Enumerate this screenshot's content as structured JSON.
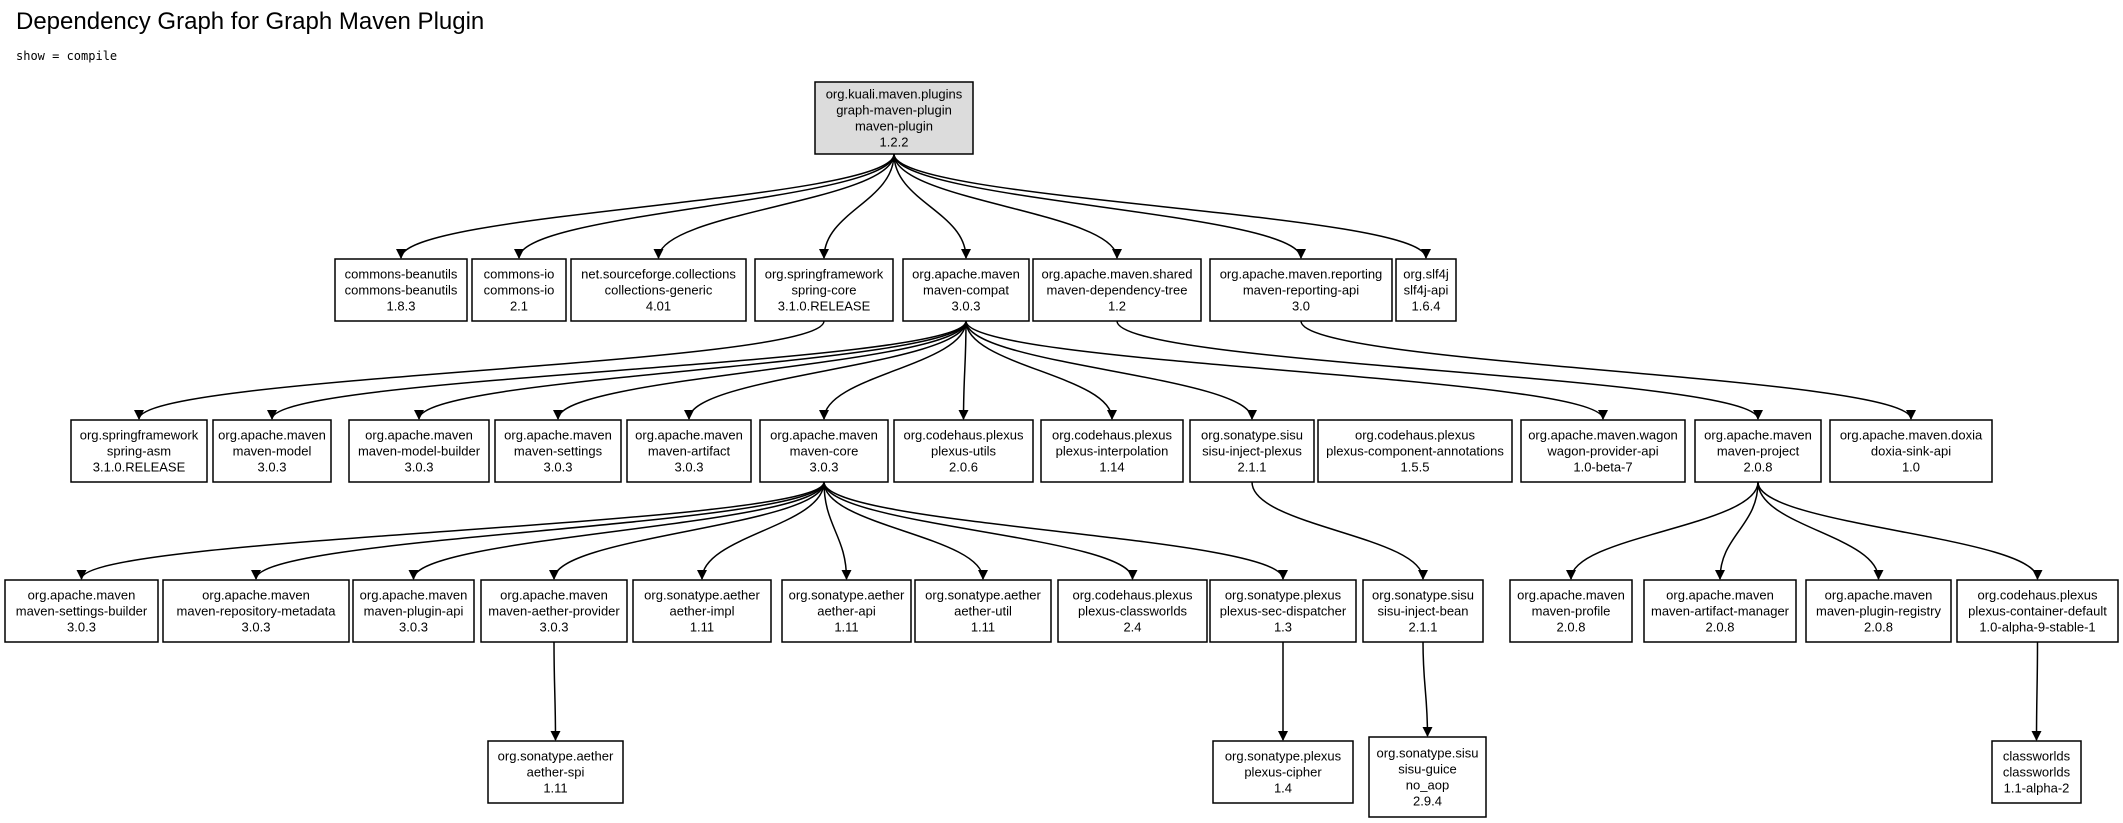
{
  "title": "Dependency Graph for Graph Maven Plugin",
  "subtitle": "show = compile",
  "nodes": [
    {
      "id": "root",
      "lines": [
        "org.kuali.maven.plugins",
        "graph-maven-plugin",
        "maven-plugin",
        "1.2.2"
      ],
      "root": true
    },
    {
      "id": "beanutils",
      "lines": [
        "commons-beanutils",
        "commons-beanutils",
        "1.8.3"
      ]
    },
    {
      "id": "commons-io",
      "lines": [
        "commons-io",
        "commons-io",
        "2.1"
      ]
    },
    {
      "id": "collections",
      "lines": [
        "net.sourceforge.collections",
        "collections-generic",
        "4.01"
      ]
    },
    {
      "id": "spring-core",
      "lines": [
        "org.springframework",
        "spring-core",
        "3.1.0.RELEASE"
      ]
    },
    {
      "id": "maven-compat",
      "lines": [
        "org.apache.maven",
        "maven-compat",
        "3.0.3"
      ]
    },
    {
      "id": "dep-tree",
      "lines": [
        "org.apache.maven.shared",
        "maven-dependency-tree",
        "1.2"
      ]
    },
    {
      "id": "reporting-api",
      "lines": [
        "org.apache.maven.reporting",
        "maven-reporting-api",
        "3.0"
      ]
    },
    {
      "id": "slf4j",
      "lines": [
        "org.slf4j",
        "slf4j-api",
        "1.6.4"
      ]
    },
    {
      "id": "spring-asm",
      "lines": [
        "org.springframework",
        "spring-asm",
        "3.1.0.RELEASE"
      ]
    },
    {
      "id": "maven-model",
      "lines": [
        "org.apache.maven",
        "maven-model",
        "3.0.3"
      ]
    },
    {
      "id": "model-builder",
      "lines": [
        "org.apache.maven",
        "maven-model-builder",
        "3.0.3"
      ]
    },
    {
      "id": "maven-settings",
      "lines": [
        "org.apache.maven",
        "maven-settings",
        "3.0.3"
      ]
    },
    {
      "id": "maven-artifact",
      "lines": [
        "org.apache.maven",
        "maven-artifact",
        "3.0.3"
      ]
    },
    {
      "id": "maven-core",
      "lines": [
        "org.apache.maven",
        "maven-core",
        "3.0.3"
      ]
    },
    {
      "id": "plexus-utils",
      "lines": [
        "org.codehaus.plexus",
        "plexus-utils",
        "2.0.6"
      ]
    },
    {
      "id": "plexus-interp",
      "lines": [
        "org.codehaus.plexus",
        "plexus-interpolation",
        "1.14"
      ]
    },
    {
      "id": "sisu-plexus",
      "lines": [
        "org.sonatype.sisu",
        "sisu-inject-plexus",
        "2.1.1"
      ]
    },
    {
      "id": "component-ann",
      "lines": [
        "org.codehaus.plexus",
        "plexus-component-annotations",
        "1.5.5"
      ]
    },
    {
      "id": "wagon",
      "lines": [
        "org.apache.maven.wagon",
        "wagon-provider-api",
        "1.0-beta-7"
      ]
    },
    {
      "id": "maven-project",
      "lines": [
        "org.apache.maven",
        "maven-project",
        "2.0.8"
      ]
    },
    {
      "id": "doxia",
      "lines": [
        "org.apache.maven.doxia",
        "doxia-sink-api",
        "1.0"
      ]
    },
    {
      "id": "settings-builder",
      "lines": [
        "org.apache.maven",
        "maven-settings-builder",
        "3.0.3"
      ]
    },
    {
      "id": "repo-metadata",
      "lines": [
        "org.apache.maven",
        "maven-repository-metadata",
        "3.0.3"
      ]
    },
    {
      "id": "plugin-api",
      "lines": [
        "org.apache.maven",
        "maven-plugin-api",
        "3.0.3"
      ]
    },
    {
      "id": "aether-provider",
      "lines": [
        "org.apache.maven",
        "maven-aether-provider",
        "3.0.3"
      ]
    },
    {
      "id": "aether-impl",
      "lines": [
        "org.sonatype.aether",
        "aether-impl",
        "1.11"
      ]
    },
    {
      "id": "aether-api",
      "lines": [
        "org.sonatype.aether",
        "aether-api",
        "1.11"
      ]
    },
    {
      "id": "aether-util",
      "lines": [
        "org.sonatype.aether",
        "aether-util",
        "1.11"
      ]
    },
    {
      "id": "classworlds-plexus",
      "lines": [
        "org.codehaus.plexus",
        "plexus-classworlds",
        "2.4"
      ]
    },
    {
      "id": "sec-dispatcher",
      "lines": [
        "org.sonatype.plexus",
        "plexus-sec-dispatcher",
        "1.3"
      ]
    },
    {
      "id": "sisu-bean",
      "lines": [
        "org.sonatype.sisu",
        "sisu-inject-bean",
        "2.1.1"
      ]
    },
    {
      "id": "maven-profile",
      "lines": [
        "org.apache.maven",
        "maven-profile",
        "2.0.8"
      ]
    },
    {
      "id": "artifact-manager",
      "lines": [
        "org.apache.maven",
        "maven-artifact-manager",
        "2.0.8"
      ]
    },
    {
      "id": "plugin-registry",
      "lines": [
        "org.apache.maven",
        "maven-plugin-registry",
        "2.0.8"
      ]
    },
    {
      "id": "container-default",
      "lines": [
        "org.codehaus.plexus",
        "plexus-container-default",
        "1.0-alpha-9-stable-1"
      ]
    },
    {
      "id": "aether-spi",
      "lines": [
        "org.sonatype.aether",
        "aether-spi",
        "1.11"
      ]
    },
    {
      "id": "plexus-cipher",
      "lines": [
        "org.sonatype.plexus",
        "plexus-cipher",
        "1.4"
      ]
    },
    {
      "id": "sisu-guice",
      "lines": [
        "org.sonatype.sisu",
        "sisu-guice",
        "no_aop",
        "2.9.4"
      ]
    },
    {
      "id": "classworlds",
      "lines": [
        "classworlds",
        "classworlds",
        "1.1-alpha-2"
      ]
    }
  ],
  "edges": [
    [
      "root",
      "beanutils"
    ],
    [
      "root",
      "commons-io"
    ],
    [
      "root",
      "collections"
    ],
    [
      "root",
      "spring-core"
    ],
    [
      "root",
      "maven-compat"
    ],
    [
      "root",
      "dep-tree"
    ],
    [
      "root",
      "reporting-api"
    ],
    [
      "root",
      "slf4j"
    ],
    [
      "spring-core",
      "spring-asm"
    ],
    [
      "maven-compat",
      "maven-model"
    ],
    [
      "maven-compat",
      "model-builder"
    ],
    [
      "maven-compat",
      "maven-settings"
    ],
    [
      "maven-compat",
      "maven-artifact"
    ],
    [
      "maven-compat",
      "maven-core"
    ],
    [
      "maven-compat",
      "plexus-utils"
    ],
    [
      "maven-compat",
      "plexus-interp"
    ],
    [
      "maven-compat",
      "sisu-plexus"
    ],
    [
      "maven-compat",
      "wagon"
    ],
    [
      "dep-tree",
      "maven-project"
    ],
    [
      "reporting-api",
      "doxia"
    ],
    [
      "maven-core",
      "settings-builder"
    ],
    [
      "maven-core",
      "repo-metadata"
    ],
    [
      "maven-core",
      "plugin-api"
    ],
    [
      "maven-core",
      "aether-provider"
    ],
    [
      "maven-core",
      "aether-impl"
    ],
    [
      "maven-core",
      "aether-api"
    ],
    [
      "maven-core",
      "aether-util"
    ],
    [
      "maven-core",
      "classworlds-plexus"
    ],
    [
      "maven-core",
      "sec-dispatcher"
    ],
    [
      "sisu-plexus",
      "sisu-bean"
    ],
    [
      "maven-project",
      "maven-profile"
    ],
    [
      "maven-project",
      "artifact-manager"
    ],
    [
      "maven-project",
      "plugin-registry"
    ],
    [
      "maven-project",
      "container-default"
    ],
    [
      "aether-provider",
      "aether-spi"
    ],
    [
      "sec-dispatcher",
      "plexus-cipher"
    ],
    [
      "sisu-bean",
      "sisu-guice"
    ],
    [
      "container-default",
      "classworlds"
    ]
  ]
}
